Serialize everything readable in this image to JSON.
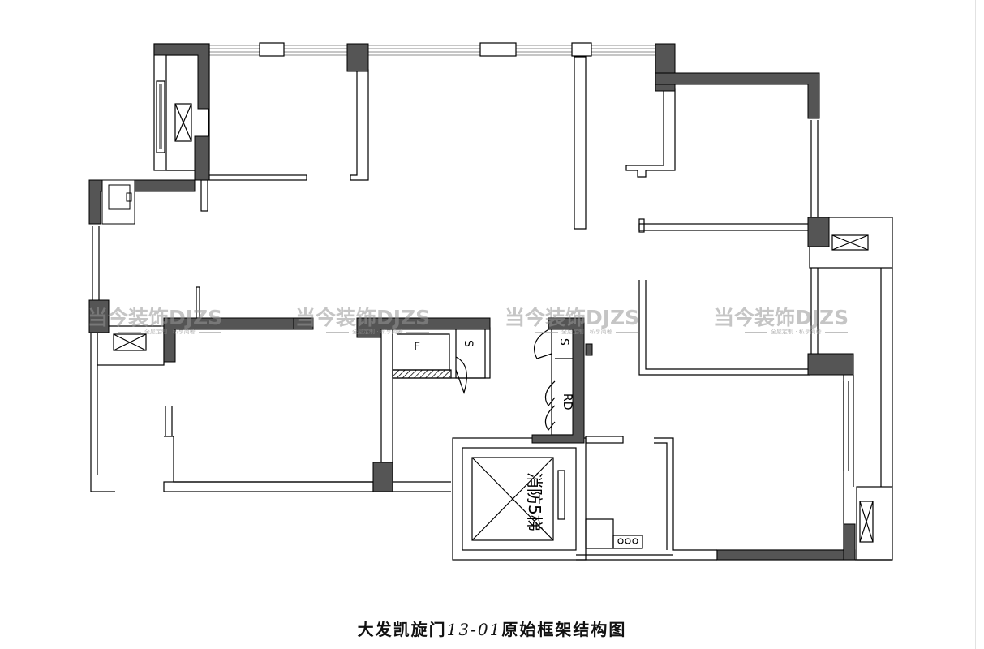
{
  "title": {
    "prefix": "大发凯旋门",
    "code": "13-01",
    "suffix": "原始框架结构图"
  },
  "watermark": {
    "brand": "当今装饰DJZS",
    "slogan": "全屋定制 · 私享简奢"
  },
  "labels": {
    "elevator": "消防5梯",
    "shaft_f": "F",
    "shaft_s1": "S",
    "shaft_s2": "S",
    "shaft_rd": "RD"
  },
  "colors": {
    "column": "#555555",
    "wall": "#000000",
    "background": "#ffffff"
  }
}
